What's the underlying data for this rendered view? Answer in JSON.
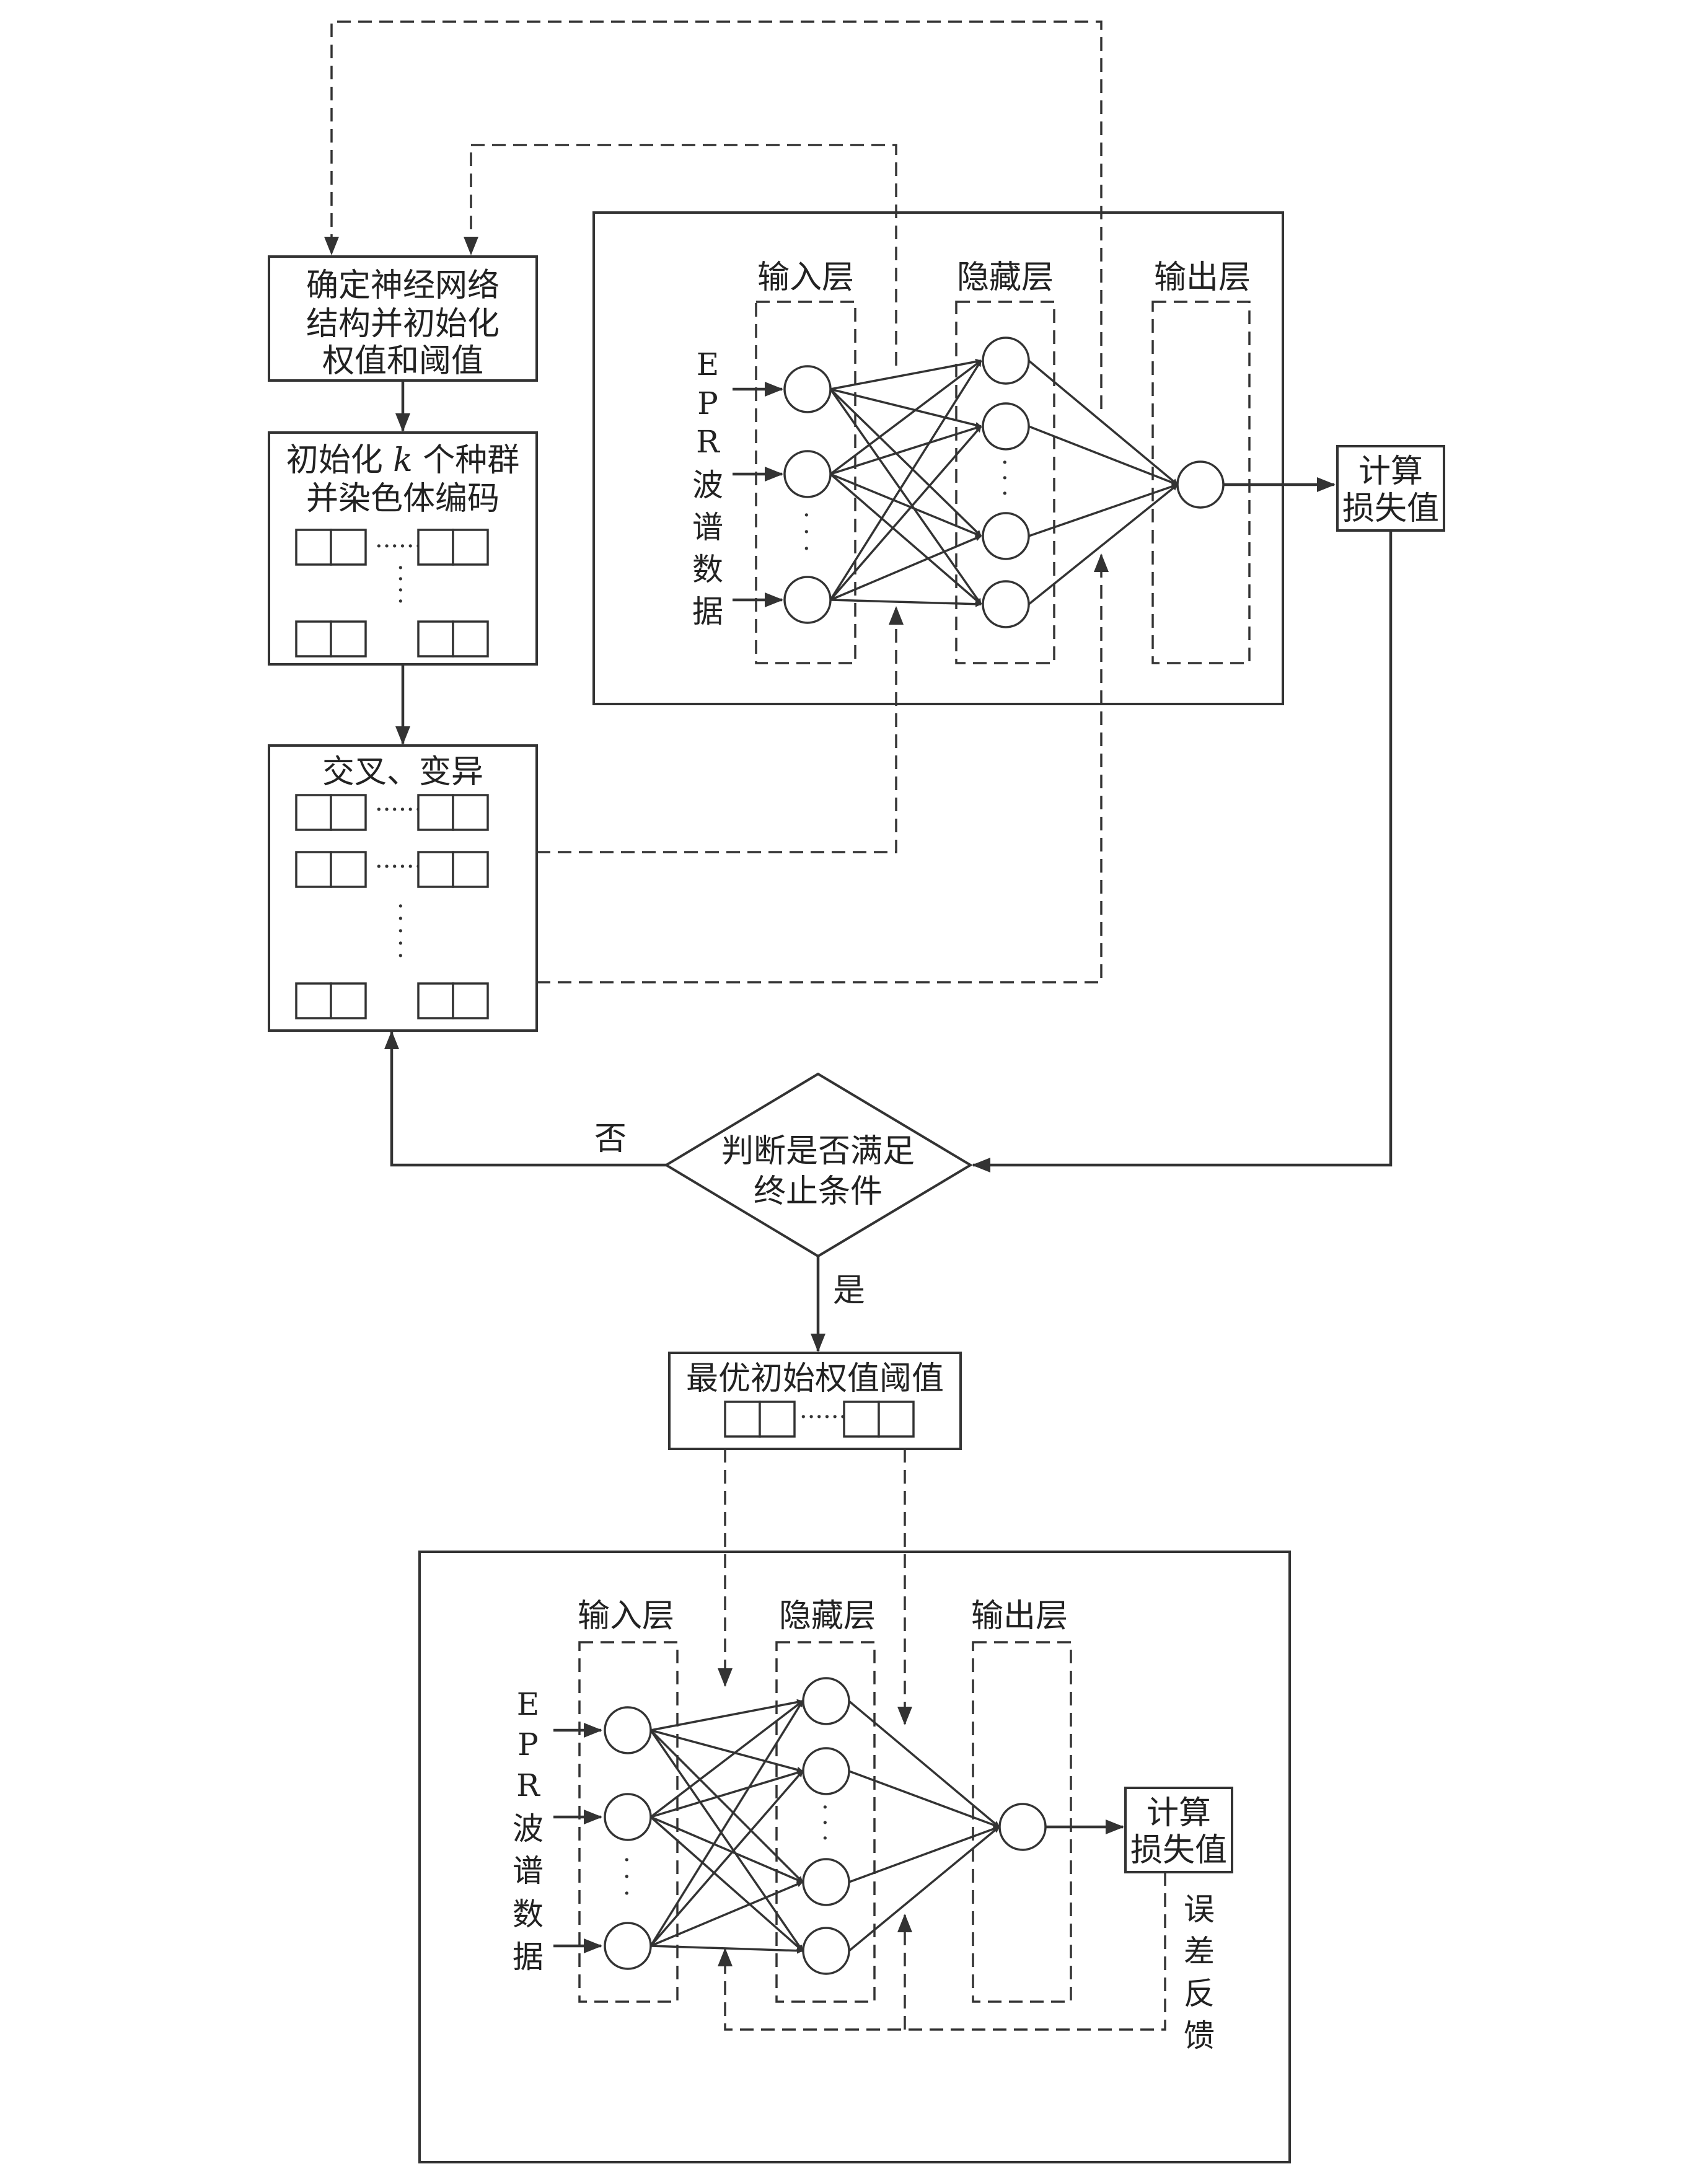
{
  "left_flow": {
    "init_structure": [
      "确定神经网络",
      "结构并初始化",
      "权值和阈值"
    ],
    "init_population": [
      "初始化",
      "k",
      "个种群",
      "并染色体编码"
    ],
    "crossover_mutation": "交叉、变异",
    "decision": [
      "判断是否满足",
      "终止条件"
    ],
    "no_label": "否",
    "yes_label": "是",
    "optimal": "最优初始权值阈值"
  },
  "top_network": {
    "input_layer": "输入层",
    "hidden_layer": "隐藏层",
    "output_layer": "输出层",
    "input_data": [
      "E",
      "P",
      "R",
      "波",
      "谱",
      "数",
      "据"
    ],
    "loss": [
      "计算",
      "损失值"
    ]
  },
  "bottom_network": {
    "input_layer": "输入层",
    "hidden_layer": "隐藏层",
    "output_layer": "输出层",
    "input_data": [
      "E",
      "P",
      "R",
      "波",
      "谱",
      "数",
      "据"
    ],
    "loss": [
      "计算",
      "损失值"
    ],
    "feedback": [
      "误",
      "差",
      "反",
      "馈"
    ]
  }
}
